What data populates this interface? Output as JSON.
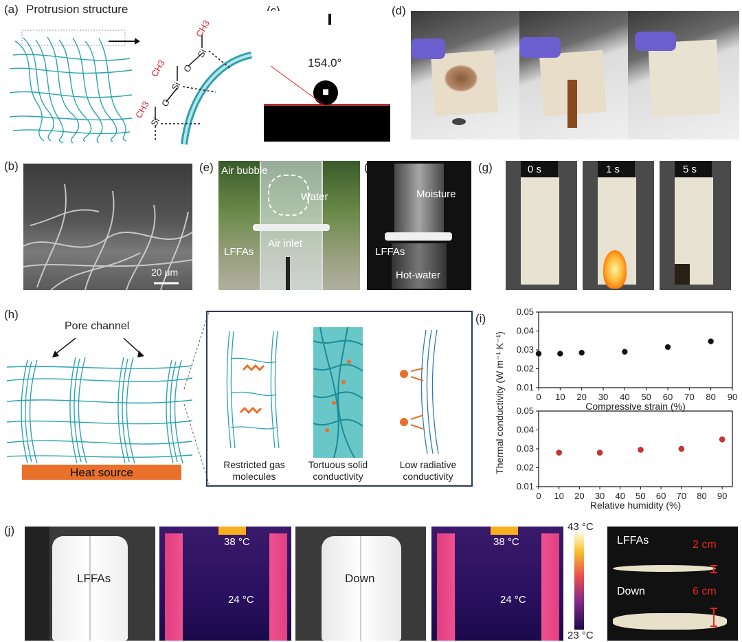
{
  "figure": {
    "panels": {
      "a": {
        "label": "(a)",
        "title": "Protrusion structure",
        "chem": [
          "CH3",
          "CH3",
          "CH3",
          "Si",
          "O",
          "Si",
          "O",
          "Si"
        ]
      },
      "b": {
        "label": "(b)",
        "scale": "20 μm"
      },
      "c": {
        "label": "(c)",
        "angle": "154.0°"
      },
      "d": {
        "label": "(d)"
      },
      "e": {
        "label": "(e)",
        "annotations": [
          "Air bubble",
          "Water",
          "LFFAs",
          "Air inlet"
        ]
      },
      "f": {
        "label": "(f)",
        "annotations": [
          "Moisture",
          "LFFAs",
          "Hot-water"
        ]
      },
      "g": {
        "label": "(g)",
        "times": [
          "0 s",
          "1 s",
          "5 s"
        ]
      },
      "h": {
        "label": "(h)",
        "pore": "Pore channel",
        "heat": "Heat source",
        "mechanisms": [
          "Restricted gas\nmolecules",
          "Tortuous solid\nconductivity",
          "Low radiative\nconductivity"
        ]
      },
      "i": {
        "label": "(i)"
      },
      "j": {
        "label": "(j)",
        "vest1": "LFFAs",
        "vest2": "Down",
        "temps": [
          "38 °C",
          "24 °C",
          "38 °C",
          "24 °C"
        ],
        "scale_max": "43 °C",
        "scale_min": "23 °C",
        "thick": [
          {
            "name": "LFFAs",
            "value": "2 cm"
          },
          {
            "name": "Down",
            "value": "6 cm"
          }
        ]
      }
    }
  },
  "chart_data": [
    {
      "type": "scatter",
      "ylabel": "Thermal conductivity (W m⁻¹ K⁻¹)",
      "xlabel": "Compressive strain (%)",
      "xlim": [
        0,
        90
      ],
      "ylim": [
        0.01,
        0.05
      ],
      "xticks": [
        "0",
        "10",
        "20",
        "30",
        "40",
        "50",
        "60",
        "70",
        "80",
        "90"
      ],
      "yticks": [
        "0.01",
        "0.02",
        "0.03",
        "0.04",
        "0.05"
      ],
      "color": "#111111",
      "x": [
        0,
        10,
        20,
        40,
        60,
        80
      ],
      "y": [
        0.028,
        0.028,
        0.0285,
        0.029,
        0.0315,
        0.0345
      ]
    },
    {
      "type": "scatter",
      "xlabel": "Relative humidity (%)",
      "xlim": [
        0,
        95
      ],
      "ylim": [
        0.01,
        0.05
      ],
      "xticks": [
        "0",
        "10",
        "20",
        "30",
        "40",
        "50",
        "60",
        "70",
        "80",
        "90"
      ],
      "yticks": [
        "0.01",
        "0.02",
        "0.03",
        "0.04",
        "0.05"
      ],
      "color": "#e02a2a",
      "x": [
        10,
        30,
        50,
        70,
        90
      ],
      "y": [
        0.028,
        0.028,
        0.0295,
        0.03,
        0.035
      ]
    }
  ]
}
